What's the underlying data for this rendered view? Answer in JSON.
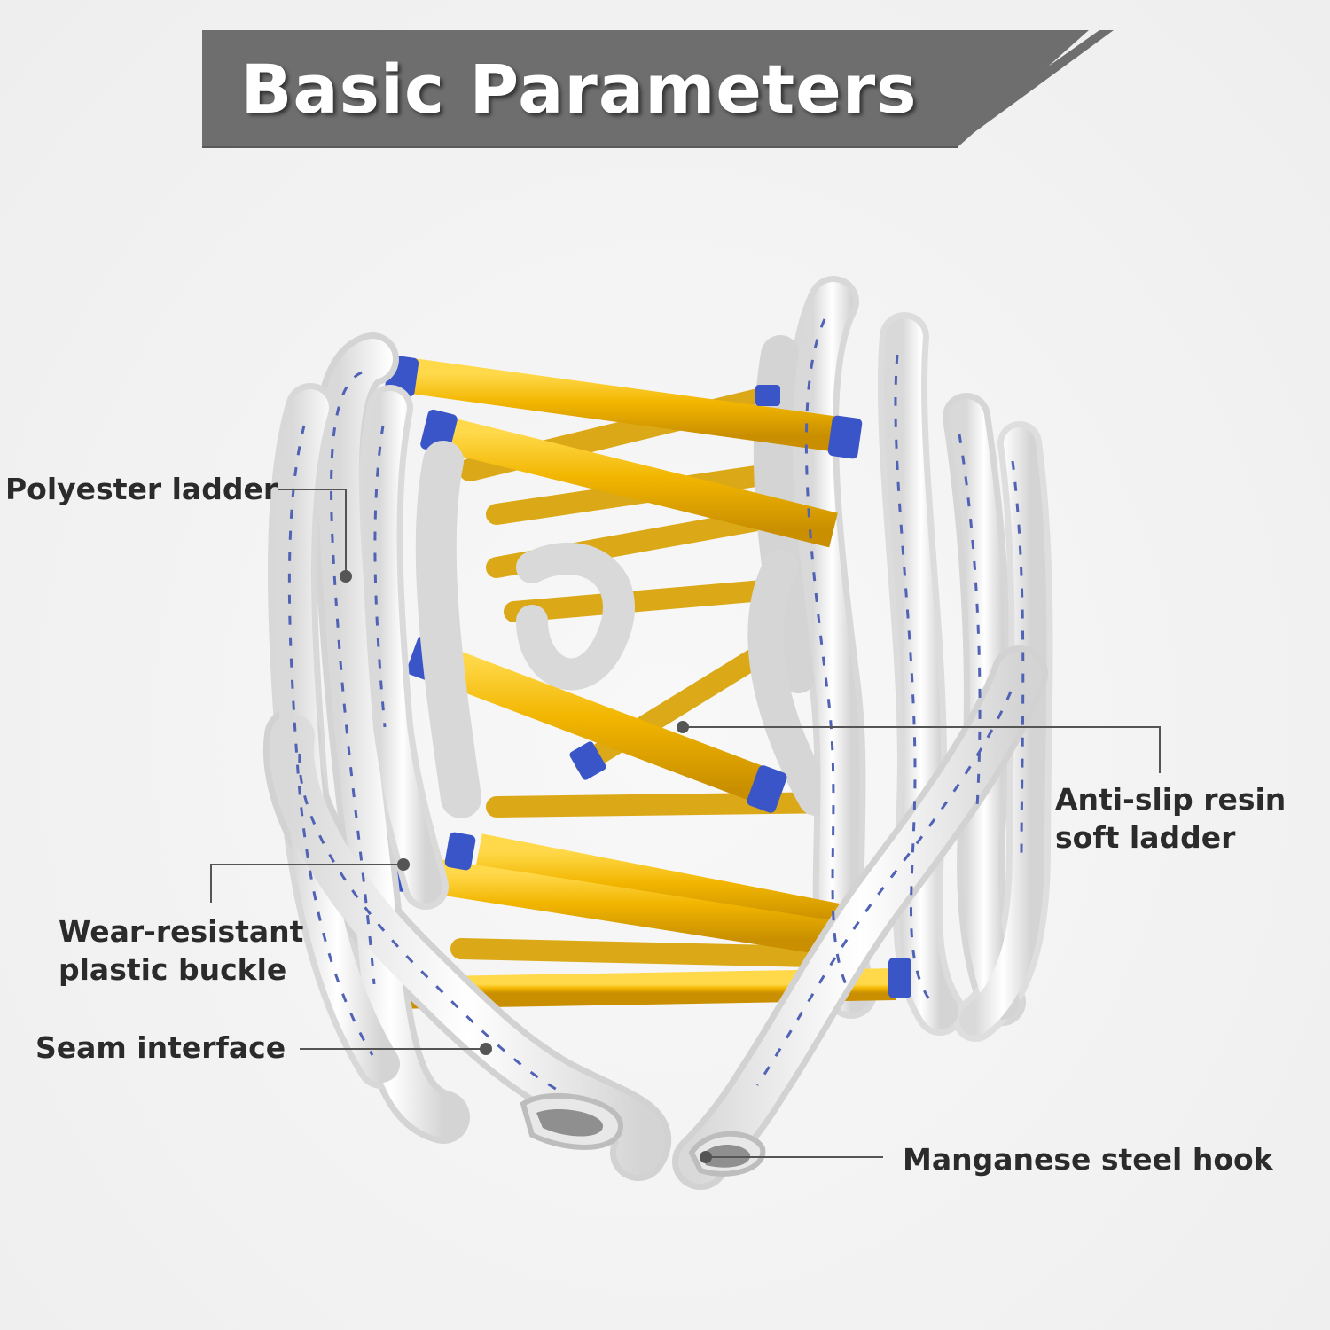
{
  "banner": {
    "title": "Basic Parameters"
  },
  "callouts": {
    "polyester_ladder": "Polyester ladder",
    "anti_slip": {
      "line1": "Anti-slip resin",
      "line2": "soft ladder"
    },
    "plastic_buckle": {
      "line1": "Wear-resistant",
      "line2": "plastic buckle"
    },
    "seam_interface": "Seam interface",
    "steel_hook": "Manganese steel hook"
  },
  "colors": {
    "banner_gray": "#6e6e6e",
    "rung_yellow": "#f2b600",
    "rung_cap_blue": "#3a55c8",
    "rope_white": "#fbfbfb",
    "rope_stitch_blue": "#5062b4",
    "callout_line": "#555555",
    "label_text": "#2b2b2b"
  }
}
